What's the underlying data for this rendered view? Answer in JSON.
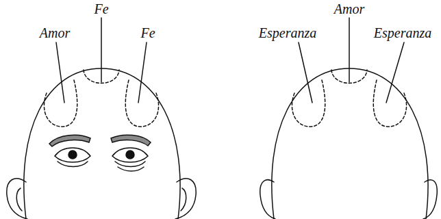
{
  "diagram": {
    "labels": [
      "Fe",
      "Amor",
      "Fe",
      "Esperanza",
      "Amor",
      "Esperanza"
    ]
  }
}
